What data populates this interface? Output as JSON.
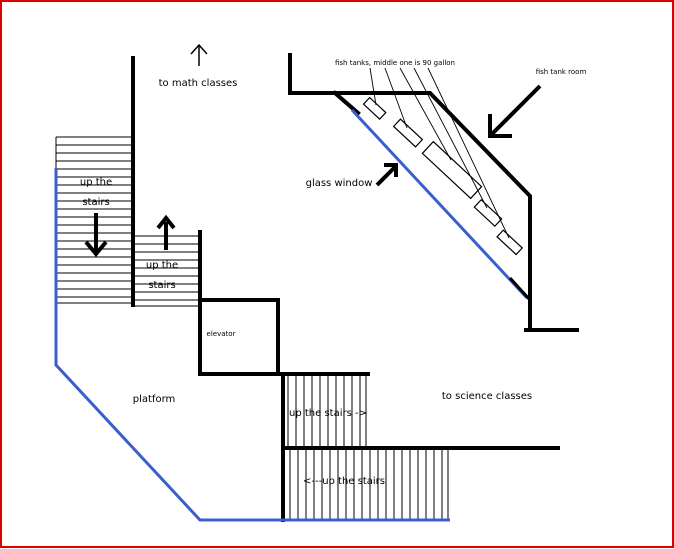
{
  "colors": {
    "frame": "#e00000",
    "wall": "#000000",
    "glass": "#3a5fcd",
    "background": "#ffffff"
  },
  "labels": {
    "to_math": "to math classes",
    "fish_tanks": "fish tanks, middle one is 90 gallon",
    "fish_tank_room": "fish tank room",
    "glass_window": "glass window",
    "up_stairs_1a": "up the",
    "up_stairs_1b": "stairs",
    "up_stairs_2a": "up the",
    "up_stairs_2b": "stairs",
    "elevator": "elevator",
    "platform": "platform",
    "to_science": "to science classes",
    "up_stairs_right": "up the stairs ->",
    "up_stairs_left": "<---up the stairs"
  },
  "icons": {
    "up_arrow_top": "up-arrow-outline-icon",
    "down_arrow": "down-arrow-icon",
    "up_arrow_small": "up-arrow-icon",
    "fish_room_arrow": "arrow-pointing-icon",
    "glass_arrow": "arrow-pointing-icon"
  }
}
